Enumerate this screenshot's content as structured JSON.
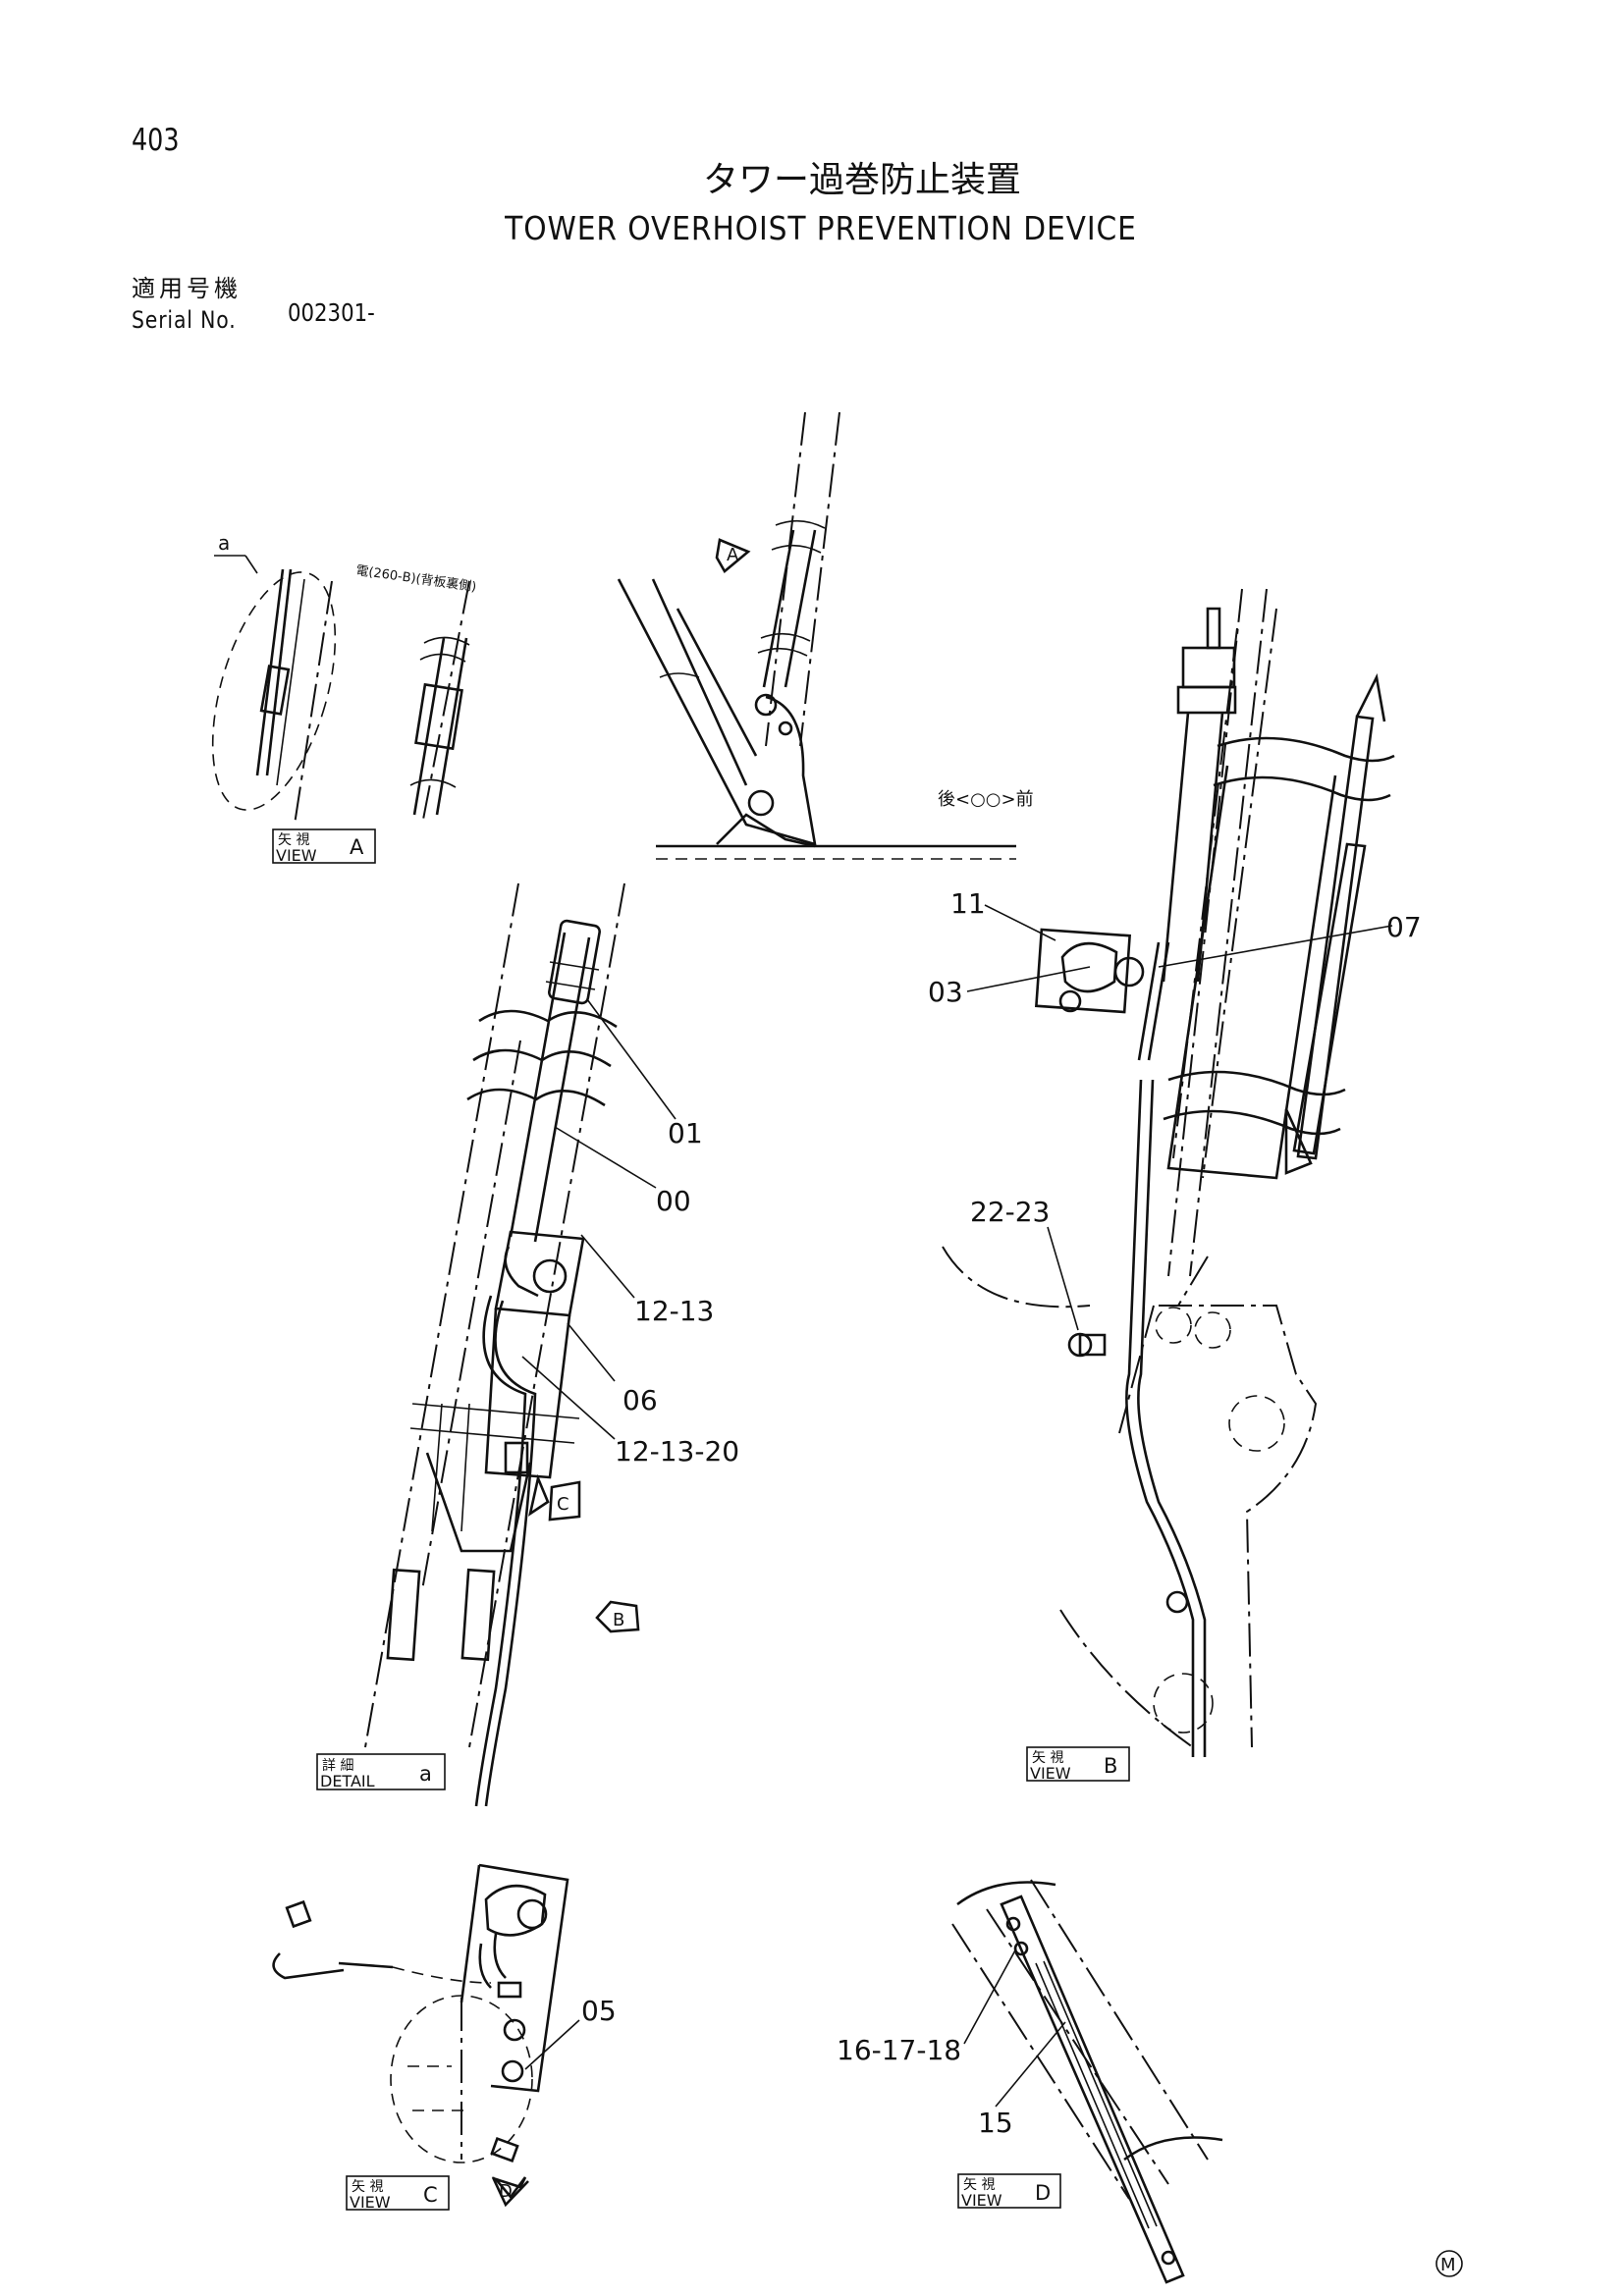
{
  "page_number": "403",
  "title_jp": "タワー過巻防止装置",
  "title_en": "TOWER OVERHOIST PREVENTION DEVICE",
  "serial": {
    "label_jp": "適用号機",
    "label_en": "Serial No.",
    "value": "002301-"
  },
  "views": {
    "view_a": {
      "jp": "矢 視",
      "en": "VIEW",
      "letter": "A"
    },
    "detail_a": {
      "jp": "詳 細",
      "en": "DETAIL",
      "letter": "a"
    },
    "view_b": {
      "jp": "矢 視",
      "en": "VIEW",
      "letter": "B"
    },
    "view_c": {
      "jp": "矢 視",
      "en": "VIEW",
      "letter": "C"
    },
    "view_d": {
      "jp": "矢 視",
      "en": "VIEW",
      "letter": "D"
    }
  },
  "markers": {
    "detail_ref": "a",
    "arrow_a": "A",
    "arrow_b": "B",
    "arrow_c": "C",
    "arrow_d": "D",
    "direction": "後<○○>前",
    "tiny_note": "電(260-B)(背板裏側)",
    "corner_mark": "M"
  },
  "callouts": {
    "c01": "01",
    "c00": "00",
    "c12_13": "12-13",
    "c06": "06",
    "c12_13_20": "12-13-20",
    "c11": "11",
    "c07": "07",
    "c03": "03",
    "c22_23": "22-23",
    "c05": "05",
    "c16_17_18": "16-17-18",
    "c15": "15"
  }
}
